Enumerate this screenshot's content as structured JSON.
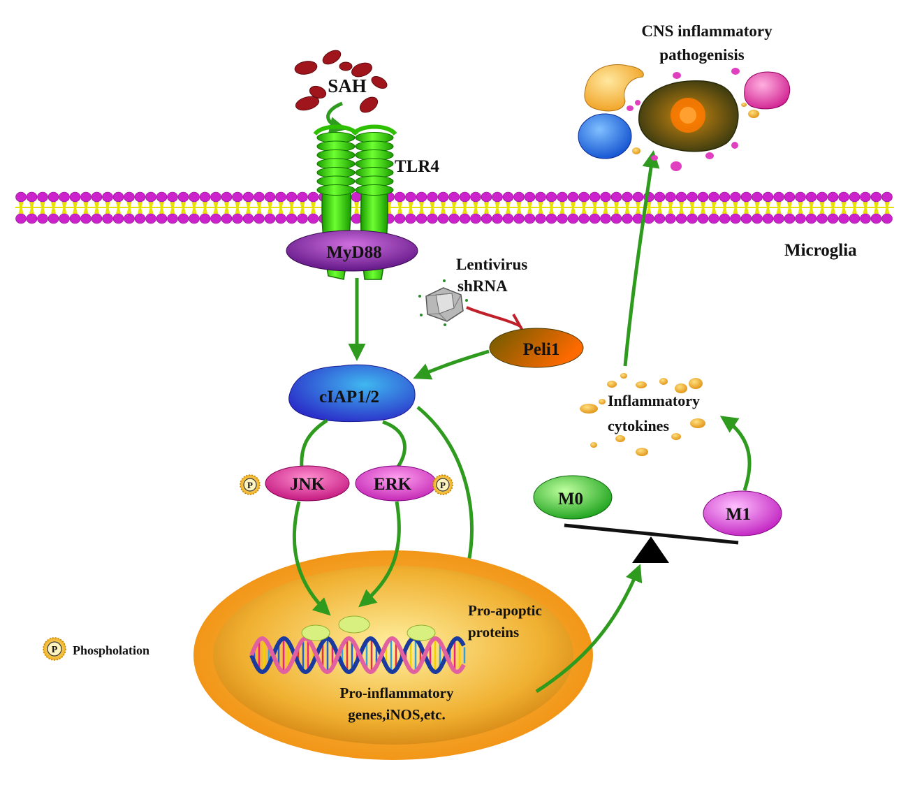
{
  "labels": {
    "sah": "SAH",
    "tlr4": "TLR4",
    "myd88": "MyD88",
    "microglia": "Microglia",
    "lentivirus_line1": "Lentivirus",
    "lentivirus_line2": "shRNA",
    "peli1": "Peli1",
    "ciap": "cIAP1/2",
    "jnk": "JNK",
    "erk": "ERK",
    "p_symbol": "P",
    "phospho_legend": "Phospholation",
    "cns_line1": "CNS inflammatory",
    "cns_line2": "pathogenisis",
    "cytokines_line1": "Inflammatory",
    "cytokines_line2": "cytokines",
    "m0": "M0",
    "m1": "M1",
    "proapoptic_line1": "Pro-apoptic",
    "proapoptic_line2": "proteins",
    "proinflammatory_line1": "Pro-inflammatory",
    "proinflammatory_line2": "genes,iNOS,etc."
  },
  "colors": {
    "arrow_green": "#2e9a1e",
    "inhibit_red": "#c0202a",
    "membrane_head": "#cc22cc",
    "membrane_tail": "#e8e000",
    "tlr4_green": "#3fdc12",
    "myd88_purple": "#7a1fa0",
    "ciap_blue": "#2a48d6",
    "jnk_magenta": "#e0309a",
    "erk_magenta": "#e040c8",
    "peli1_brown": "#b45a10",
    "m0_green": "#30d030",
    "m1_magenta": "#e040d8",
    "nucleus_orange": "#f0a018",
    "blood_red": "#a0141c"
  }
}
